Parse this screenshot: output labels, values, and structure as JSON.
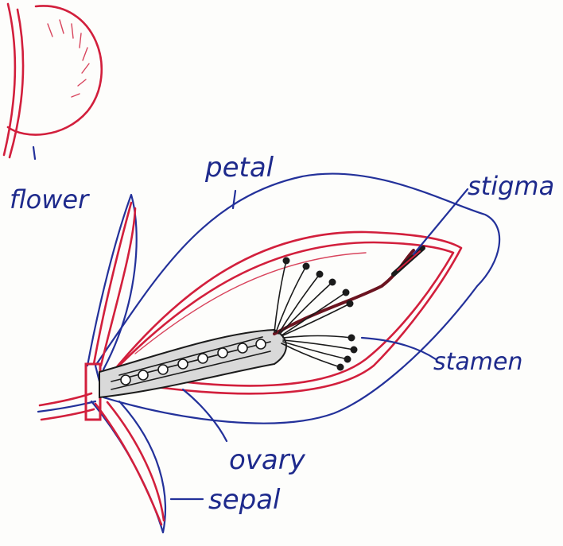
{
  "labels": {
    "flower": "flower",
    "petal": "petal",
    "stigma": "stigma",
    "stamen": "stamen",
    "ovary": "ovary",
    "sepal": "sepal"
  },
  "colors": {
    "outline_blue": "#23319a",
    "petal_red": "#d21f3c",
    "ink": "#1b1b1b"
  }
}
